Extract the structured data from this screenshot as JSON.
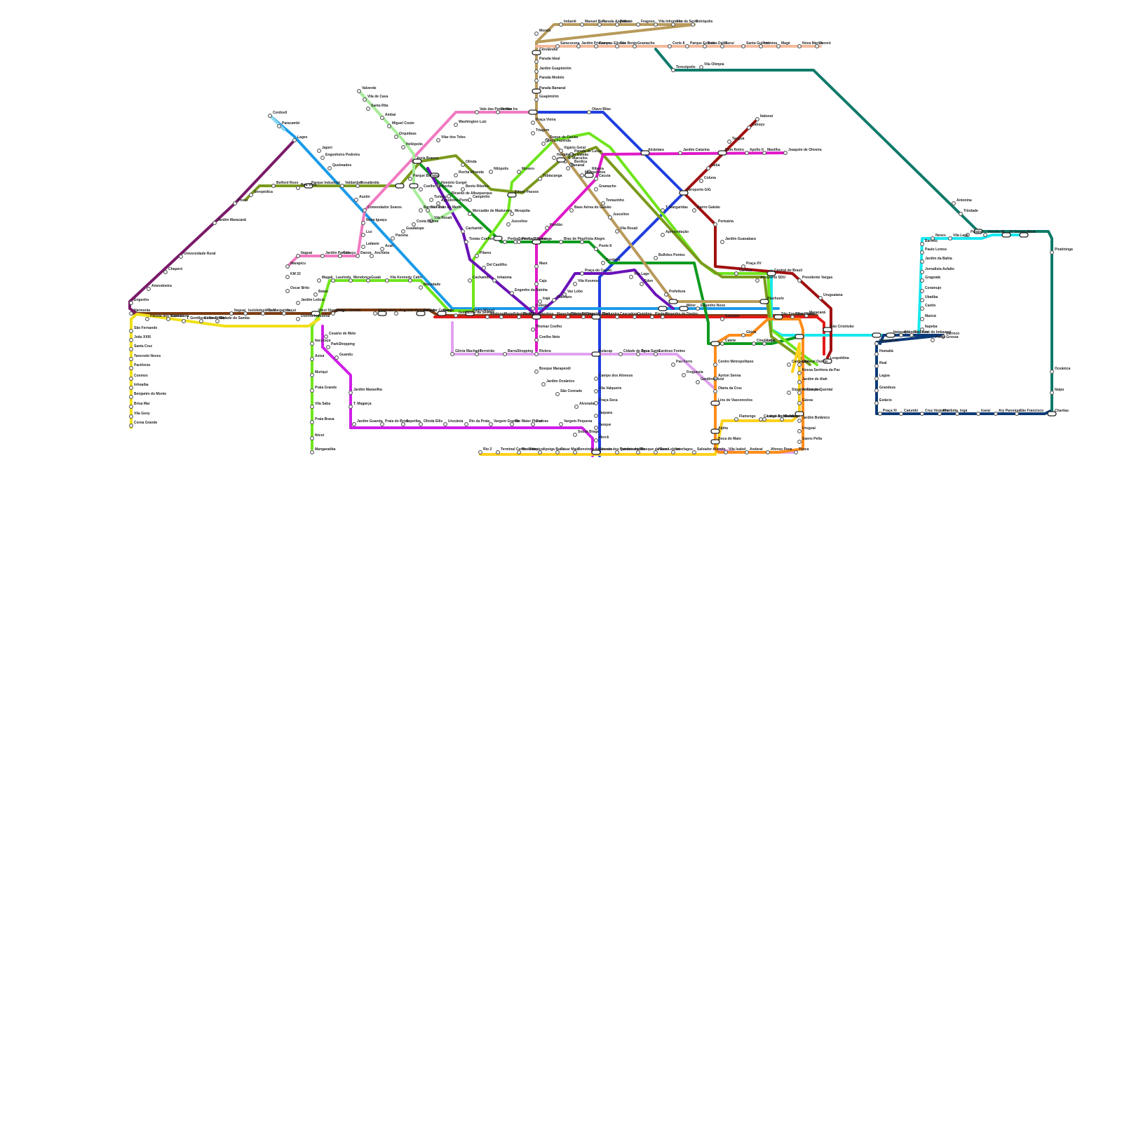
{
  "map": {
    "lines": [
      {
        "id": "brown",
        "color": "#7b3b12"
      },
      {
        "id": "red",
        "color": "#e21a1a"
      },
      {
        "id": "blue",
        "color": "#1f3fe0"
      },
      {
        "id": "sky",
        "color": "#1a9be8"
      },
      {
        "id": "cyan",
        "color": "#19e8f0"
      },
      {
        "id": "green",
        "color": "#0e9a1e"
      },
      {
        "id": "lime",
        "color": "#6fe51c"
      },
      {
        "id": "olive",
        "color": "#7a9a1c"
      },
      {
        "id": "tan",
        "color": "#b89a5a"
      },
      {
        "id": "peach",
        "color": "#f3b99a"
      },
      {
        "id": "darkred",
        "color": "#a01010"
      },
      {
        "id": "plum",
        "color": "#7a1a6a"
      },
      {
        "id": "purple",
        "color": "#6a12b8"
      },
      {
        "id": "magenta",
        "color": "#e019c8"
      },
      {
        "id": "violet",
        "color": "#cf1ee8"
      },
      {
        "id": "pink",
        "color": "#f07ac0"
      },
      {
        "id": "lavender",
        "color": "#e0a2f0"
      },
      {
        "id": "paleGreen",
        "color": "#a8ec9a"
      },
      {
        "id": "yellow",
        "color": "#f0e01a"
      },
      {
        "id": "gold",
        "color": "#ffd21a"
      },
      {
        "id": "orange",
        "color": "#ff8c1a"
      },
      {
        "id": "navy",
        "color": "#0c3a78"
      },
      {
        "id": "teal",
        "color": "#0f7a6a"
      },
      {
        "id": "lightBlue",
        "color": "#8fd8f0"
      }
    ],
    "stations": [
      {
        "id": "imbarie",
        "name": "Imbariê"
      },
      {
        "id": "manuelBelo",
        "name": "Manuel Belo"
      },
      {
        "id": "paradaAngelica",
        "name": "Parada Angélica"
      },
      {
        "id": "piabeta",
        "name": "Piabetá"
      },
      {
        "id": "fragoso",
        "name": "Fragoso"
      },
      {
        "id": "vilaInhomirim",
        "name": "Vila Inhomirim"
      },
      {
        "id": "altoDaSerra",
        "name": "Alto da Serra"
      },
      {
        "id": "petropolis",
        "name": "Petrópolis"
      },
      {
        "id": "morabi",
        "name": "Morabi"
      },
      {
        "id": "parqueEstrela",
        "name": "Parque Estrela"
      },
      {
        "id": "santaDalila",
        "name": "Santa Dalila"
      },
      {
        "id": "suruí",
        "name": "Suruí"
      },
      {
        "id": "santaGuilhermina",
        "name": "Santa Guilhermina"
      },
      {
        "id": "iriri",
        "name": "Iriri"
      },
      {
        "id": "maje",
        "name": "Magé"
      },
      {
        "id": "novaMarilia",
        "name": "Nova Marília"
      },
      {
        "id": "jororo",
        "name": "Jororó"
      },
      {
        "id": "citrolandia",
        "name": "Citrolândia"
      },
      {
        "id": "paradaIdeal",
        "name": "Parada Ideal"
      },
      {
        "id": "jardimGuapimirim",
        "name": "Jardim Guapimirim"
      },
      {
        "id": "paradaModelo",
        "name": "Parada Modelo"
      },
      {
        "id": "paradaBananal",
        "name": "Parada Bananal"
      },
      {
        "id": "guapimirim",
        "name": "Guapimirim"
      },
      {
        "id": "teresopolis",
        "name": "Teresópolis"
      },
      {
        "id": "saracuruna",
        "name": "Saracuruna"
      },
      {
        "id": "jardimPrimavera",
        "name": "Jardim Primavera"
      },
      {
        "id": "camposEliseos",
        "name": "Campos Elíseos"
      },
      {
        "id": "saoBento",
        "name": "São Bento"
      },
      {
        "id": "gramacho",
        "name": "Gramacho"
      },
      {
        "id": "corte8",
        "name": "Corte 8"
      },
      {
        "id": "vilaOlimpia",
        "name": "Vila Olímpia"
      },
      {
        "id": "valeDasPedrinhas",
        "name": "Vale das Pedrinhas"
      },
      {
        "id": "jardimIra",
        "name": "Jardim Ira"
      },
      {
        "id": "olavoBilac",
        "name": "Olavo Bilac"
      },
      {
        "id": "washingtonLuiz",
        "name": "Washington Luiz"
      },
      {
        "id": "vilarDosTeles",
        "name": "Vilar dos Teles"
      },
      {
        "id": "pracaVieira",
        "name": "Praça Vieira"
      },
      {
        "id": "duqueDeCaxias",
        "name": "Duque de Caxias"
      },
      {
        "id": "vigarioGeral",
        "name": "Vigário Geral"
      },
      {
        "id": "lucas",
        "name": "Parada de Lucas"
      },
      {
        "id": "stMarcelos",
        "name": "S. Marcelos"
      },
      {
        "id": "cordovil",
        "name": "Cordovil"
      },
      {
        "id": "bonsucesso",
        "name": "Bonsucesso"
      },
      {
        "id": "paracambi",
        "name": "Paracambi"
      },
      {
        "id": "lages",
        "name": "Lages"
      },
      {
        "id": "japeri",
        "name": "Japeri"
      },
      {
        "id": "engPedreira",
        "name": "Engenheiro Pedreira"
      },
      {
        "id": "queimados",
        "name": "Queimados"
      },
      {
        "id": "austin",
        "name": "Austin"
      },
      {
        "id": "comendadorSoares",
        "name": "Comendador Soares"
      },
      {
        "id": "novaIguacu",
        "name": "Nova Iguaçu"
      },
      {
        "id": "luz",
        "name": "Luz"
      },
      {
        "id": "lafaiete",
        "name": "Lafaiete"
      },
      {
        "id": "danon",
        "name": "Danon"
      },
      {
        "id": "valverde",
        "name": "Valverde"
      },
      {
        "id": "vilaDeCava",
        "name": "Vila de Cava"
      },
      {
        "id": "santaRita",
        "name": "Santa Rita"
      },
      {
        "id": "ambai",
        "name": "Ambaí"
      },
      {
        "id": "miguelCouto",
        "name": "Miguel Couto"
      },
      {
        "id": "orquideas",
        "name": "Orquídeas"
      },
      {
        "id": "heliopolis",
        "name": "Heliópolis"
      },
      {
        "id": "areiaBranca",
        "name": "Areia Branca"
      },
      {
        "id": "belfordRoxo",
        "name": "Belford Roxo"
      },
      {
        "id": "parqueIndustrial",
        "name": "Parque Industrial"
      },
      {
        "id": "boaVista",
        "name": "Boa Vista"
      },
      {
        "id": "valdarioes",
        "name": "Valdariões"
      },
      {
        "id": "rosalandia",
        "name": "Rosalândia"
      },
      {
        "id": "posse",
        "name": "Posse"
      },
      {
        "id": "seropedica",
        "name": "Seropédica"
      },
      {
        "id": "universidadeRural",
        "name": "Universidade Rural"
      },
      {
        "id": "chaperó",
        "name": "Chaperó"
      },
      {
        "id": "amendoeira",
        "name": "Amendoeira"
      },
      {
        "id": "engenho",
        "name": "Engenho"
      },
      {
        "id": "itaguai",
        "name": "Itaguaí"
      },
      {
        "id": "jardimParaiso",
        "name": "Jardim Paraíso"
      },
      {
        "id": "cabuçu",
        "name": "Cabuçu"
      },
      {
        "id": "marapica",
        "name": "Marapicu"
      },
      {
        "id": "km32",
        "name": "KM 32"
      },
      {
        "id": "oscarBrito",
        "name": "Oscar Brito"
      },
      {
        "id": "jardimLeticia",
        "name": "Jardim Letícia"
      },
      {
        "id": "magali",
        "name": "Magali"
      },
      {
        "id": "laurindo",
        "name": "Laurindo"
      },
      {
        "id": "mendonca",
        "name": "Mendonça"
      },
      {
        "id": "guaia",
        "name": "Guaiá"
      },
      {
        "id": "vilaKennedy",
        "name": "Vila Kennedy"
      },
      {
        "id": "catiri",
        "name": "Catiri"
      },
      {
        "id": "maciedade",
        "name": "Macedade"
      },
      {
        "id": "bataan",
        "name": "Batan"
      },
      {
        "id": "westShopping",
        "name": "West Shopping"
      },
      {
        "id": "campoGrande",
        "name": "Campo Grande"
      },
      {
        "id": "bangu",
        "name": "Bangu"
      },
      {
        "id": "realengo",
        "name": "Realengo"
      },
      {
        "id": "deodoro",
        "name": "Deodoro"
      },
      {
        "id": "vilaMilitar",
        "name": "Vila Militar"
      },
      {
        "id": "madureira",
        "name": "Madureira"
      },
      {
        "id": "cascadura",
        "name": "Cascadura"
      },
      {
        "id": "meier",
        "name": "Méier"
      },
      {
        "id": "saoCristovao",
        "name": "São Cristóvão"
      },
      {
        "id": "maracana",
        "name": "Maracanã"
      },
      {
        "id": "centralDoBrasil",
        "name": "Central do Brasil"
      },
      {
        "id": "carioca",
        "name": "Carioca"
      },
      {
        "id": "pracaXV",
        "name": "Praça XV"
      },
      {
        "id": "aeroportoSDU",
        "name": "Aeroporto SDU"
      },
      {
        "id": "botafogo",
        "name": "Botafogo"
      },
      {
        "id": "jardimBotanico",
        "name": "Jardim Botânico"
      },
      {
        "id": "gavea",
        "name": "Gávea"
      },
      {
        "id": "ipanema",
        "name": "Antero de Quental"
      },
      {
        "id": "barraShopping",
        "name": "BarraShopping"
      },
      {
        "id": "alvorada",
        "name": "Alvorada"
      },
      {
        "id": "terminalRecreio",
        "name": "Terreirão"
      },
      {
        "id": "pracaSeca",
        "name": "Praça Seca"
      },
      {
        "id": "taquara",
        "name": "Taquara"
      },
      {
        "id": "merck",
        "name": "Merck"
      },
      {
        "id": "cidadeDeDeus",
        "name": "Cidade de Deus"
      },
      {
        "id": "aguaSanta",
        "name": "Água Santa"
      },
      {
        "id": "niteroi",
        "name": "Araribóia"
      },
      {
        "id": "icarai",
        "name": "Icaraí"
      },
      {
        "id": "saoFrancisco",
        "name": "São Francisco"
      },
      {
        "id": "charitas",
        "name": "Charitas"
      },
      {
        "id": "piratininga",
        "name": "Piratininga"
      },
      {
        "id": "itaipu",
        "name": "Itaipu"
      },
      {
        "id": "itaipuacu",
        "name": "Itaipuaçu"
      },
      {
        "id": "marica",
        "name": "Maricá"
      },
      {
        "id": "itaborai",
        "name": "Itaboraí"
      },
      {
        "id": "alcantara",
        "name": "Alcântara"
      },
      {
        "id": "trindade",
        "name": "Trindade"
      },
      {
        "id": "aeroportoGig",
        "name": "Aeroporto GIG"
      },
      {
        "id": "fundao",
        "name": "Fundão"
      },
      {
        "id": "penha",
        "name": "Penha"
      },
      {
        "id": "pracaDoCarmo",
        "name": "Praça do Carmo"
      },
      {
        "id": "vilaKosmos",
        "name": "Vila Kosmos"
      },
      {
        "id": "vazLobo",
        "name": "Vaz Lobo"
      },
      {
        "id": "otoniano",
        "name": "Otaviano"
      },
      {
        "id": "irajá",
        "name": "Irajá"
      },
      {
        "id": "colegio",
        "name": "Colégio"
      },
      {
        "id": "thomazCoelho",
        "name": "Thomaz Coelho"
      },
      {
        "id": "engenhoDaRainha",
        "name": "Engenho da Rainha"
      },
      {
        "id": "inhauma",
        "name": "Inhaúma"
      },
      {
        "id": "delCastilho",
        "name": "Del Castilho"
      },
      {
        "id": "pilares",
        "name": "Pilares"
      },
      {
        "id": "cachambi",
        "name": "Cachambi"
      },
      {
        "id": "estacio",
        "name": "Estácio"
      },
      {
        "id": "cruzVermelha",
        "name": "Cruz Vermelha"
      },
      {
        "id": "portuaria",
        "name": "Portuária"
      },
      {
        "id": "ribeira",
        "name": "Ribeira"
      },
      {
        "id": "bananal",
        "name": "Bananal"
      },
      {
        "id": "tubiacanga",
        "name": "Tubiacanga"
      }
    ],
    "labels": [
      "Imbariê",
      "Manuel Belo",
      "Parada Angélica",
      "Piabetá",
      "Fragoso",
      "Vila Inhomirim",
      "Alto da Serra",
      "Petrópolis",
      "Morabi",
      "Saracuruna",
      "Jardim Primavera",
      "Campos Elíseos",
      "São Bento",
      "Gramacho",
      "Corte 8",
      "Parque Estrela",
      "Santa Dalila",
      "Suruí",
      "Santa Guilhermina",
      "Iriri",
      "Magé",
      "Nova Marília",
      "Jororó",
      "Citrolândia",
      "Parada Ideal",
      "Jardim Guapimirim",
      "Parada Modelo",
      "Parada Bananal",
      "Guapimirim",
      "Teresópolis",
      "Vila Olímpia",
      "Vale das Pedrinhas",
      "Jardim Ira",
      "Olavo Bilac",
      "Washington Luiz",
      "Vilar dos Teles",
      "Praça Vieira",
      "Duque de Caxias",
      "Vigário Geral",
      "Parada de Lucas",
      "S. Marcelos",
      "Cordovil",
      "Paracambi",
      "Lages",
      "Japeri",
      "Engenheiro Pedreira",
      "Queimados",
      "Austin",
      "Comendador Soares",
      "Nova Iguaçu",
      "Luz",
      "Lafaiete",
      "Danon",
      "Valverde",
      "Vila de Cava",
      "Santa Rita",
      "Ambaí",
      "Miguel Couto",
      "Orquídeas",
      "Heliópolis",
      "Areia Branca",
      "Belford Roxo",
      "Parque Industrial",
      "Boa Vista",
      "Valdariões",
      "Rosalândia",
      "Posse",
      "Seropédica",
      "Jardim Maracanã",
      "Universidade Rural",
      "Chaperó",
      "Amendoeira",
      "Engenho",
      "Itaguaí",
      "Jardim Paraíso",
      "Cabuçu",
      "Marapicu",
      "KM 32",
      "Oscar Brito",
      "Jardim Letícia",
      "Magali",
      "Laurindo",
      "Mendonça",
      "Guaiá",
      "Vila Kennedy",
      "Catiri",
      "Macedade",
      "Batan",
      "West Shopping",
      "Campo Grande",
      "Santíssimo",
      "Augusto Vasconcelos",
      "Senador Camará",
      "Bangu",
      "Guilherme da Silveira",
      "Padre Miguel",
      "Realengo",
      "Magalhães Bastos",
      "Vila Militar",
      "Deodoro",
      "Marechal Hermes",
      "Bento Ribeiro",
      "Oswaldo Cruz",
      "Madureira",
      "Cascadura",
      "Quintino",
      "Piedade",
      "Engenho de Dentro",
      "Méier",
      "Engenho Novo",
      "Sampaio",
      "Riachuelo",
      "São Francisco Xavier",
      "Silva Freire",
      "Maracanã",
      "São Cristóvão",
      "Leopoldina",
      "Central do Brasil",
      "Presidente Vargas",
      "Uruguaiana",
      "Carioca",
      "Praça XV",
      "Aeroporto SDU",
      "Harmonia",
      "Parada dos Museus",
      "Candelária",
      "T. Gentileza / Novo Rio",
      "Santo Cristo",
      "Cidade do Samba",
      "Itaguaí",
      "Isolobdson Cruz",
      "Vila Margarida",
      "Itaçuí",
      "Distrito Industrial",
      "São Fernando",
      "João XXIII",
      "Santa Cruz",
      "Tancredo Neves",
      "Paciência",
      "Cosmos",
      "Inhoaíba",
      "Benjamin do Monte",
      "Brisa Mar",
      "Vila Geny",
      "Coroa Grande",
      "Itacuruçá",
      "Axixá",
      "Muriqui",
      "Praia Grande",
      "Vila Saba",
      "Praia Brava",
      "Ibicuí",
      "Mangaratiba",
      "Cesário de Melo",
      "ParkShopping",
      "Guandu",
      "Jardim Maravilha",
      "T. Magarça",
      "Jardim Guandu",
      "Praia do Brisa",
      "Sepetiba",
      "Olinda Ellis",
      "Urucânia",
      "Rio da Prata",
      "Vargem Grande",
      "Rio Water Planet",
      "Caeiras",
      "Vargem Pequena",
      "Souza Braga",
      "Benvindo de Novaes",
      "César Maia",
      "Apoiga Barra",
      "Riocentro",
      "Terminal Centro Olímpico",
      "Rio 2",
      "Quintos do Rio",
      "Bosque da Barra",
      "Novo Leblon",
      "Interlagos",
      "Salvador Allende",
      "Recreio dos Bandeirantes",
      "Glória Machado",
      "Terreirão",
      "BarraShopping",
      "Riviera",
      "Bosque Marapendi",
      "Jardim Oceânico",
      "São Conrado",
      "Alvorada",
      "Sulacap",
      "Campo dos Afonsos",
      "Vila Valqueire",
      "Praça Seca",
      "Taquara",
      "Tanque",
      "Merck",
      "Cidade de Deus",
      "Água Santa",
      "Cardoso Fontes",
      "Pau Ferro",
      "Freguesia",
      "Gardênia Azul",
      "Centro Metropolitano",
      "Ayrton Senna",
      "Olaria da Cruz",
      "Lins de Vasconcelos",
      "Alpha",
      "Boca do Mato",
      "Vila Isabel",
      "Andaraí",
      "Afonso Pena",
      "Tijuca",
      "Saens Peña",
      "Uruguai",
      "Jardim Botânico",
      "Gávea",
      "Antero de Quental",
      "Jardim de Alah",
      "Nossa Senhora da Paz",
      "General Osório",
      "Cantagalo",
      "Siqueira Campos",
      "Cardeal Arcoverde",
      "Botafogo",
      "Flamengo",
      "Largo do Machado",
      "Catete",
      "Glória",
      "Cinelândia",
      "Lapa",
      "Laranjeiras",
      "Humaitá",
      "Real",
      "Lagoa",
      "Grandeza",
      "Estácio",
      "Praça XI",
      "Catumbi",
      "Cruz Vermelha",
      "Araribóia",
      "Ingá",
      "Icaraí",
      "Ary Parreiras",
      "São Francisco",
      "Charitas",
      "Piratininga",
      "Oceânica",
      "Itaipu",
      "Barroco",
      "Itaipuaçu",
      "Atlântica Leste",
      "São José do Imbassaí",
      "Ponta Grossa",
      "Itapeba",
      "Maricá",
      "Caxito",
      "Ubatiba",
      "Coramujo",
      "Gragoatá",
      "Jornalista Asfalto",
      "Jardim da Bahia",
      "Paulo Lemos",
      "Barreto",
      "Neves",
      "Vila Lage",
      "Paraíso",
      "Parada 40",
      "Zé Garoto",
      "Mauá",
      "Antonina",
      "Trindade",
      "Alcântara",
      "Jardim Catarina",
      "Bom Retiro",
      "Apollo II",
      "Manilha",
      "Joaquim de Oliveira",
      "Itaboraí",
      "Cabuçu",
      "Tanguá",
      "Gebá",
      "Coluna",
      "Aeroporto GIG",
      "Bairro Galeão",
      "Portuária",
      "Jardim Guanabara",
      "Cacuia",
      "Ribeira",
      "Bananal",
      "Tubiacanga",
      "Monero",
      "Hospital do Galeão",
      "Base Aérea do Galeão",
      "Fundão",
      "Maré",
      "Caju",
      "Santo Luiz Gonzaga",
      "Penha",
      "Penha Circular",
      "Braz de Pina",
      "Vista Alegre",
      "Ponte 8",
      "Cordovil",
      "Praça do Carmo",
      "Vila Kosmos",
      "Vaz Lobo",
      "Otaviano",
      "Irajá",
      "Colégio",
      "Coelho Neto",
      "Thomaz Coelho",
      "Engenho da Rainha",
      "Inhaúma",
      "Del Castilho",
      "Pilares",
      "Tomás Coelho",
      "Cachambi",
      "Cachambi",
      "Mercadão de Madureira",
      "Campinho",
      "Bento Ribeiro",
      "Rocha Miranda",
      "Honório Gurgel",
      "Turiaçu",
      "Barros Filho",
      "Costa Barros",
      "Guadalupe",
      "Pavuna",
      "Acari",
      "Anchieta",
      "Ricardo de Albuquerque",
      "Olinda",
      "Nilópolis",
      "Edson Passos",
      "Mesquita",
      "Juscelino",
      "Vila Rosali",
      "São João de Meriti",
      "Agostinho Porto",
      "Coelho da Rocha",
      "Parque Barreto",
      "Bulhões Pontes",
      "Apresentação",
      "T. Margaridas",
      "Prefeitura",
      "Eden",
      "Vila Lage",
      "Vila Rosali",
      "Juscelino",
      "Tomazinho",
      "Gramacho",
      "Manguinhos",
      "Benfica",
      "Vieira Fazenda",
      "Triagem",
      "Jacarezinho",
      "Maria da Graça",
      "Ramos",
      "Olaria",
      "Penha",
      "Brás de Pina",
      "Cordovil",
      "Parada de Lucas",
      "Vigário Geral",
      "Bonsucesso"
    ]
  }
}
